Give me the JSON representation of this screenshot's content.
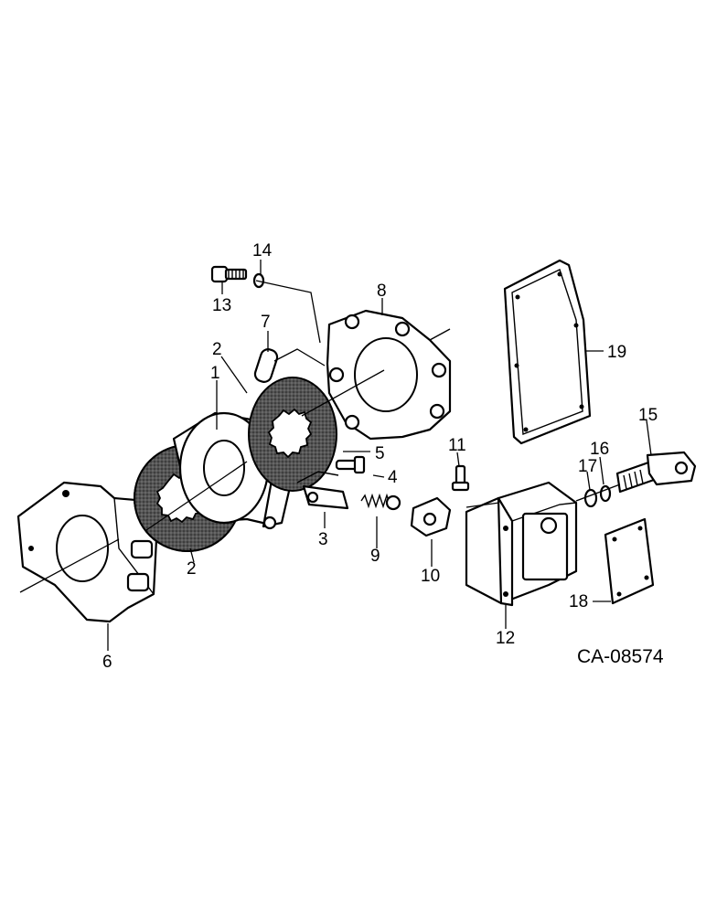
{
  "diagram": {
    "figure_id": "CA-08574",
    "callouts": [
      "1",
      "2",
      "2",
      "3",
      "4",
      "5",
      "6",
      "7",
      "8",
      "9",
      "10",
      "11",
      "12",
      "13",
      "14",
      "15",
      "16",
      "17",
      "18",
      "19"
    ]
  }
}
